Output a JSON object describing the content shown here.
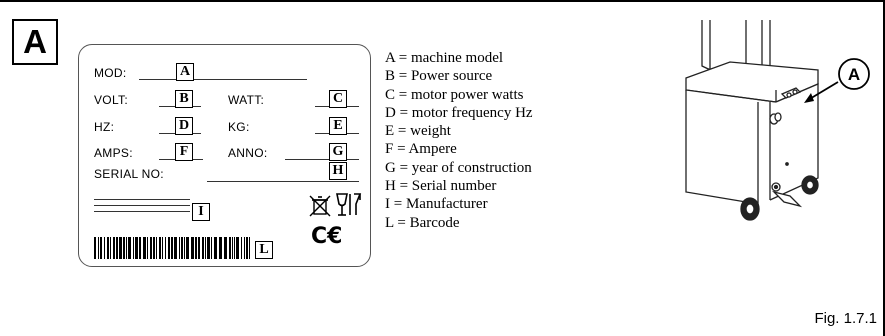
{
  "figure": {
    "letter": "A",
    "caption": "Fig. 1.7.1"
  },
  "plate": {
    "fields": {
      "mod": "MOD:",
      "volt": "VOLT:",
      "watt": "WATT:",
      "hz": "HZ:",
      "kg": "KG:",
      "amps": "AMPS:",
      "anno": "ANNO:",
      "serial": "SERIAL NO:"
    },
    "boxes": {
      "a": "A",
      "b": "B",
      "c": "C",
      "d": "D",
      "e": "E",
      "f": "F",
      "g": "G",
      "h": "H",
      "i": "I",
      "l": "L"
    },
    "ce_mark": "C€"
  },
  "legend": [
    "A = machine model",
    "B = Power source",
    "C = motor power watts",
    "D = motor frequency Hz",
    "E = weight",
    "F = Ampere",
    "G = year of construction",
    "H = Serial number",
    "I = Manufacturer",
    "L =  Barcode"
  ],
  "machine": {
    "callout": "A"
  }
}
